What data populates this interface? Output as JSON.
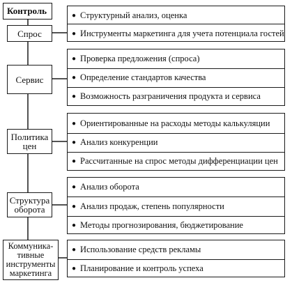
{
  "title": "Контроль",
  "bullet": "●",
  "sections": [
    {
      "label": "Спрос",
      "items": [
        "Структурный анализ, оценка",
        "Инструменты маркетинга для учета потенциала гостей"
      ]
    },
    {
      "label": "Сервис",
      "items": [
        "Проверка предложения (спроса)",
        "Определение стандартов качества",
        "Возможность разграничения продукта и сервиса"
      ]
    },
    {
      "label": "Политика цен",
      "items": [
        "Ориентированные на расходы методы калькуляции",
        "Анализ конкуренции",
        "Рассчитанные на спрос методы дифференциации цен"
      ]
    },
    {
      "label": "Структура оборота",
      "items": [
        "Анализ оборота",
        "Анализ продаж, степень популярности",
        "Методы прогнозирования, бюджетирование"
      ]
    },
    {
      "label": "Коммуника­тивные инструменты маркетинга",
      "items": [
        "Использование средств рекламы",
        "Планирование и контроль успеха"
      ]
    }
  ]
}
